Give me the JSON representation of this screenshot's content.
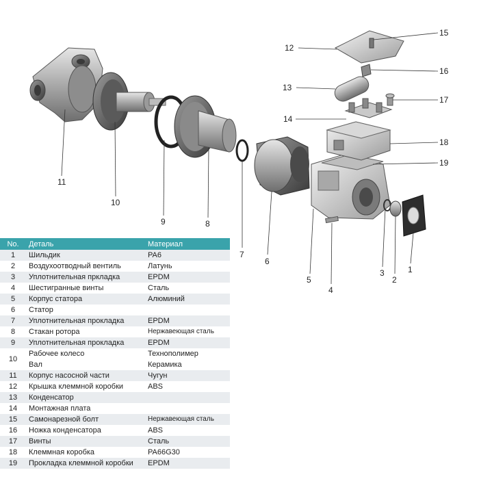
{
  "table": {
    "headers": {
      "no": "No.",
      "part": "Деталь",
      "material": "Материал"
    },
    "rows": [
      {
        "no": "1",
        "part": "Шильдик",
        "material": "PA6"
      },
      {
        "no": "2",
        "part": "Воздухоотводный вентиль",
        "material": "Латунь"
      },
      {
        "no": "3",
        "part": "Уплотнительная пркладка",
        "material": "EPDM"
      },
      {
        "no": "4",
        "part": "Шестигранные винты",
        "material": "Сталь"
      },
      {
        "no": "5",
        "part": "Корпус статора",
        "material": "Алюминий"
      },
      {
        "no": "6",
        "part": "Статор",
        "material": ""
      },
      {
        "no": "7",
        "part": "Уплотнительная прокладка",
        "material": "EPDM"
      },
      {
        "no": "8",
        "part": "Стакан ротора",
        "material": "Нержавеющая сталь"
      },
      {
        "no": "9",
        "part": "Уплотнительная прокладка",
        "material": "EPDM"
      },
      {
        "no": "10",
        "part": "Рабочее колесо",
        "part2": "Вал",
        "material": "Технополимер",
        "material2": "Керамика"
      },
      {
        "no": "11",
        "part": "Корпус насосной части",
        "material": "Чугун"
      },
      {
        "no": "12",
        "part": "Крышка клеммной коробки",
        "material": "ABS"
      },
      {
        "no": "13",
        "part": "Конденсатор",
        "material": ""
      },
      {
        "no": "14",
        "part": "Монтажная плата",
        "material": ""
      },
      {
        "no": "15",
        "part": "Самонарезной болт",
        "material": "Нержавеющая сталь"
      },
      {
        "no": "16",
        "part": "Ножка конденсатора",
        "material": "ABS"
      },
      {
        "no": "17",
        "part": "Винты",
        "material": "Сталь"
      },
      {
        "no": "18",
        "part": "Клеммная коробка",
        "material": "PA66G30"
      },
      {
        "no": "19",
        "part": "Прокладка клеммной коробки",
        "material": "EPDM"
      }
    ]
  },
  "callouts": [
    "1",
    "2",
    "3",
    "4",
    "5",
    "6",
    "7",
    "8",
    "9",
    "10",
    "11",
    "12",
    "13",
    "14",
    "15",
    "16",
    "17",
    "18",
    "19"
  ]
}
